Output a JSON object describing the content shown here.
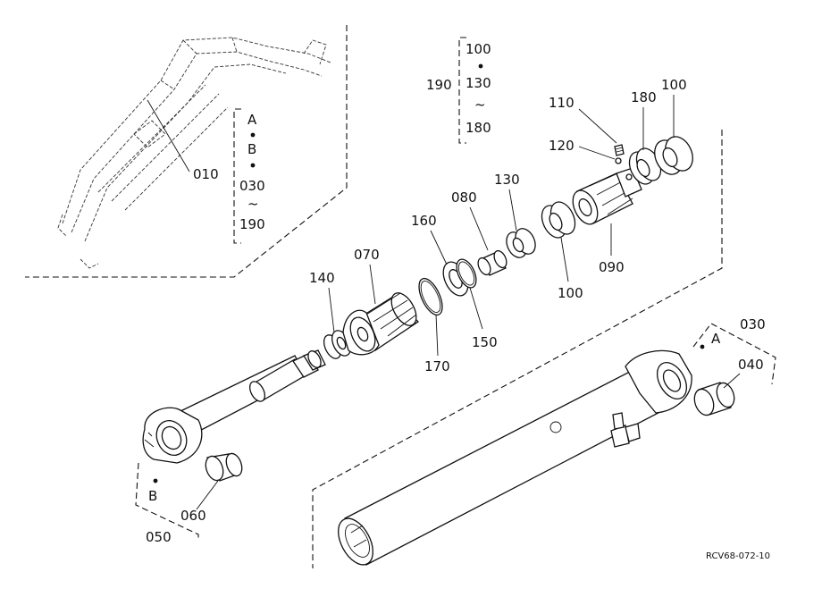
{
  "labels": {
    "p010": "010",
    "p030": "030",
    "p040": "040",
    "p050": "050",
    "p060": "060",
    "p070": "070",
    "p080": "080",
    "p090": "090",
    "p100_top": "100",
    "p100_mid": "100",
    "p100_right": "100",
    "p110": "110",
    "p120": "120",
    "p130_top": "130",
    "p130_mid": "130",
    "p140": "140",
    "p150": "150",
    "p160": "160",
    "p170": "170",
    "p180_top": "180",
    "p180_right": "180",
    "p190_left": "190",
    "p190_group": "190"
  },
  "ref_group_left": {
    "a": "A",
    "b": "B",
    "start": "030",
    "tilde": "~",
    "end": "190"
  },
  "ref_group_top": {
    "tilde": "~"
  },
  "marker_a": "A",
  "marker_b": "B",
  "figure_code": "RCV68-072-10"
}
